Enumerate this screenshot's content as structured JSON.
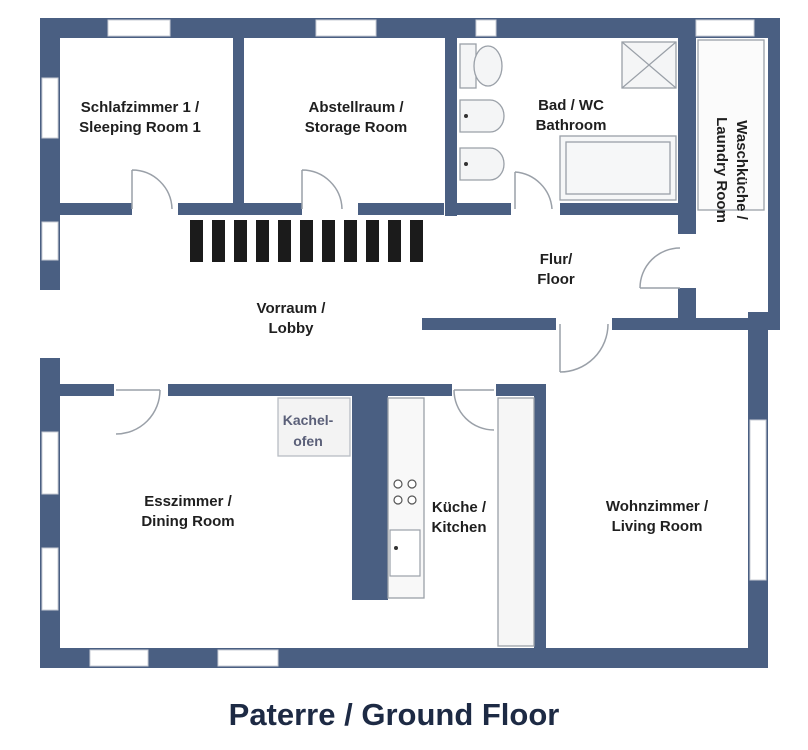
{
  "colors": {
    "wall": "#4a5f82",
    "window": "#ffffff",
    "fixture": "#9aa0a8",
    "radiator": "#1b1b1b",
    "title": "#1d2a44",
    "stove_text": "#5a5f78"
  },
  "rooms": {
    "sleeping_room_1": {
      "line1": "Schlafzimmer 1 /",
      "line2": "Sleeping Room 1"
    },
    "storage_room": {
      "line1": "Abstellraum /",
      "line2": "Storage Room"
    },
    "bathroom": {
      "line1": "Bad / WC",
      "line2": "Bathroom"
    },
    "laundry_room": {
      "line1": "Waschküche /",
      "line2": "Laundry Room"
    },
    "floor": {
      "line1": "Flur/",
      "line2": "Floor"
    },
    "lobby": {
      "line1": "Vorraum /",
      "line2": "Lobby"
    },
    "dining_room": {
      "line1": "Esszimmer /",
      "line2": "Dining Room"
    },
    "kitchen": {
      "line1": "Küche /",
      "line2": "Kitchen"
    },
    "living_room": {
      "line1": "Wohnzimmer /",
      "line2": "Living Room"
    }
  },
  "tiled_stove": {
    "line1": "Kachel-",
    "line2": "ofen"
  },
  "title": "Paterre / Ground Floor"
}
